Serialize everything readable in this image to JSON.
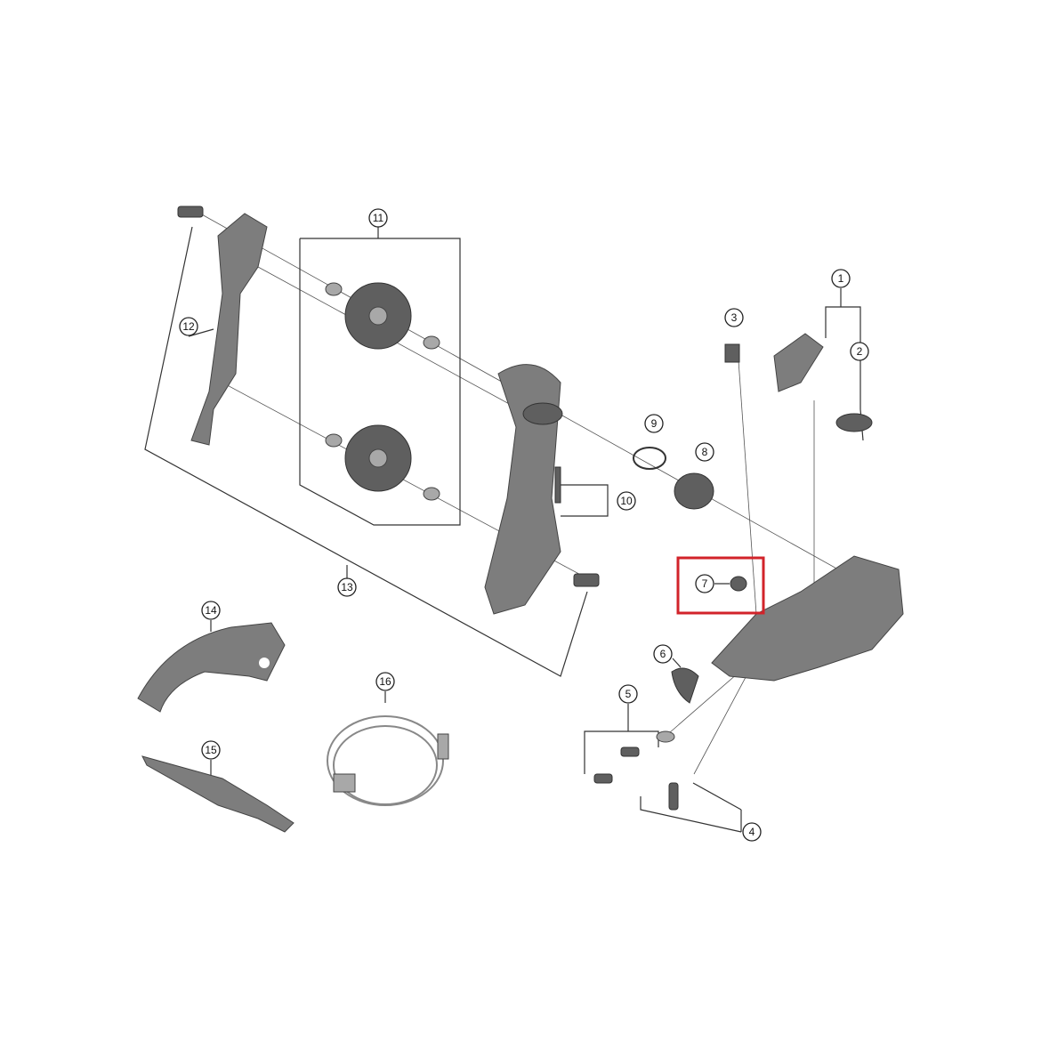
{
  "diagram": {
    "highlight_color": "#d2232a",
    "highlighted_callout": "7",
    "callouts": {
      "c1": "1",
      "c2": "2",
      "c3": "3",
      "c4": "4",
      "c5": "5",
      "c6": "6",
      "c7": "7",
      "c8": "8",
      "c9": "9",
      "c10": "10",
      "c11": "11",
      "c12": "12",
      "c13": "13",
      "c14": "14",
      "c15": "15",
      "c16": "16"
    }
  }
}
